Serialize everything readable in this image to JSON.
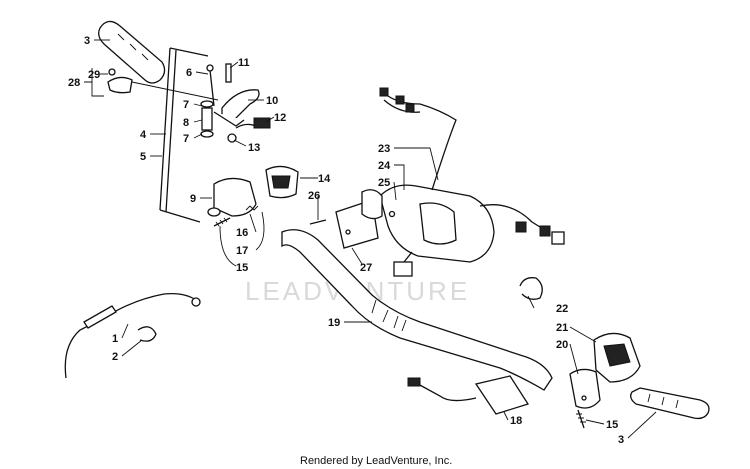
{
  "watermark": "LEADVENTURE",
  "footer": "Rendered by LeadVenture, Inc.",
  "callouts": {
    "c1": "1",
    "c2": "2",
    "c3a": "3",
    "c3b": "3",
    "c4": "4",
    "c5": "5",
    "c6": "6",
    "c7a": "7",
    "c7b": "7",
    "c8": "8",
    "c9": "9",
    "c10": "10",
    "c11": "11",
    "c12": "12",
    "c13": "13",
    "c14": "14",
    "c15a": "15",
    "c15b": "15",
    "c16": "16",
    "c17": "17",
    "c18": "18",
    "c19": "19",
    "c20": "20",
    "c21": "21",
    "c22": "22",
    "c23": "23",
    "c24": "24",
    "c25": "25",
    "c26": "26",
    "c27": "27",
    "c28": "28",
    "c29": "29"
  }
}
